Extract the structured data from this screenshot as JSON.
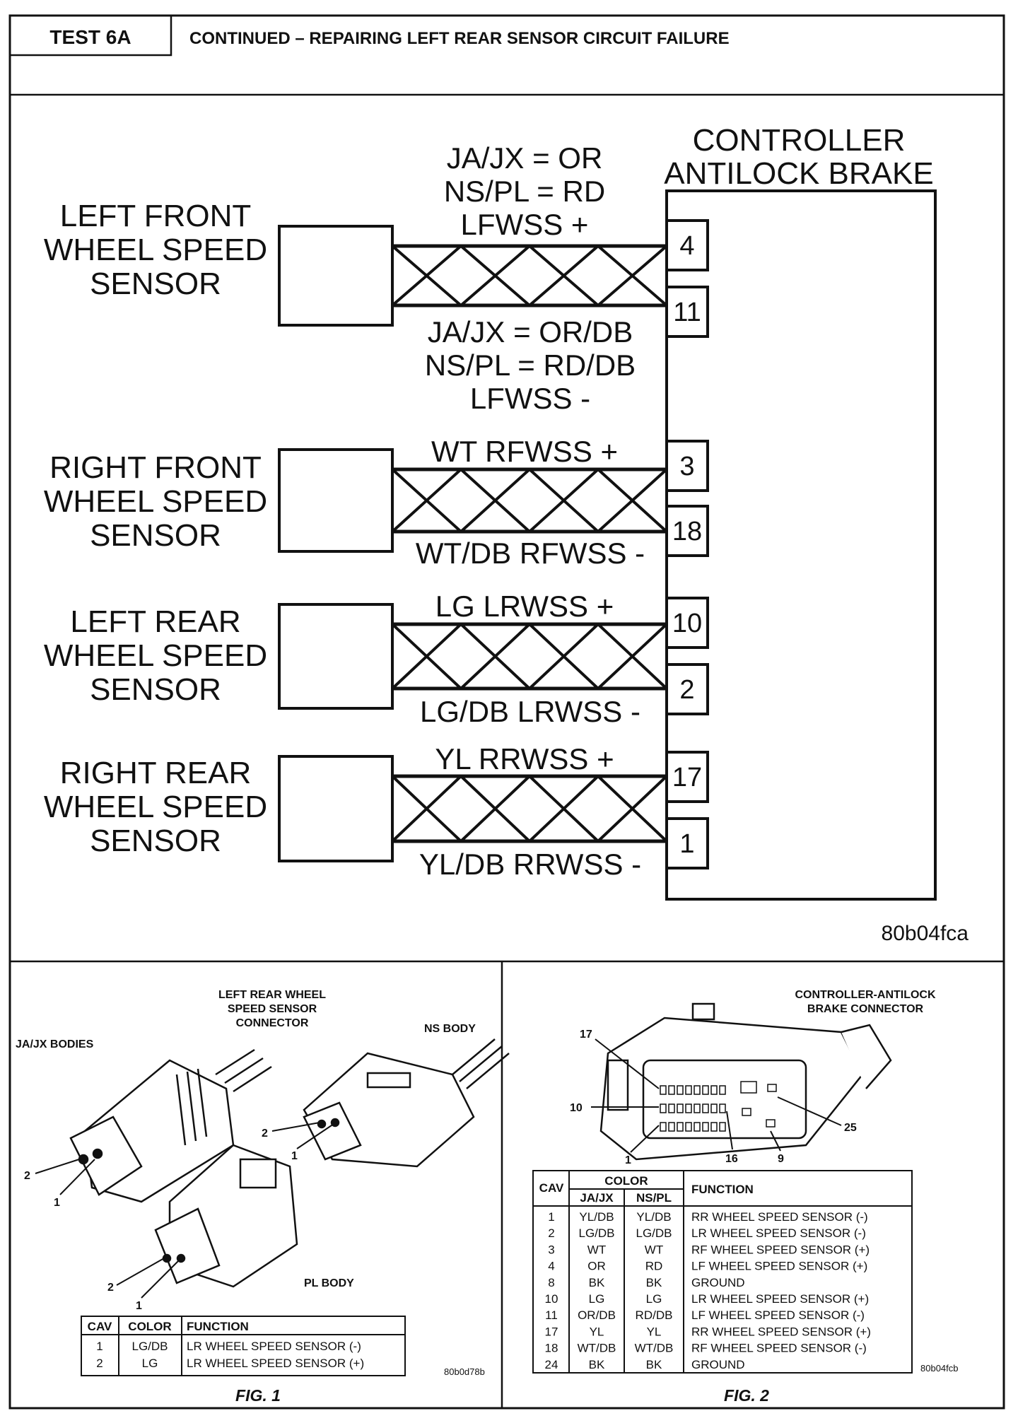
{
  "header": {
    "test_label": "TEST 6A",
    "title": "CONTINUED – REPAIRING LEFT REAR SENSOR CIRCUIT FAILURE"
  },
  "main_diagram": {
    "controller_label": [
      "CONTROLLER",
      "ANTILOCK BRAKE"
    ],
    "sensors": [
      {
        "lines": [
          "LEFT FRONT",
          "WHEEL SPEED",
          "SENSOR"
        ],
        "wire_top_label": [
          "JA/JX = OR",
          "NS/PL = RD",
          "LFWSS +"
        ],
        "wire_bottom_label": [
          "JA/JX = OR/DB",
          "NS/PL = RD/DB",
          "LFWSS -"
        ],
        "pin_top": "4",
        "pin_bottom": "11"
      },
      {
        "lines": [
          "RIGHT FRONT",
          "WHEEL SPEED",
          "SENSOR"
        ],
        "wire_top_label": [
          "WT RFWSS +"
        ],
        "wire_bottom_label": [
          "WT/DB RFWSS -"
        ],
        "pin_top": "3",
        "pin_bottom": "18"
      },
      {
        "lines": [
          "LEFT REAR",
          "WHEEL SPEED",
          "SENSOR"
        ],
        "wire_top_label": [
          "LG LRWSS +"
        ],
        "wire_bottom_label": [
          "LG/DB LRWSS -"
        ],
        "pin_top": "10",
        "pin_bottom": "2"
      },
      {
        "lines": [
          "RIGHT REAR",
          "WHEEL SPEED",
          "SENSOR"
        ],
        "wire_top_label": [
          "YL RRWSS +"
        ],
        "wire_bottom_label": [
          "YL/DB RRWSS -"
        ],
        "pin_top": "17",
        "pin_bottom": "1"
      }
    ],
    "code": "80b04fca"
  },
  "fig1": {
    "title": [
      "LEFT REAR WHEEL",
      "SPEED SENSOR",
      "CONNECTOR"
    ],
    "body_labels": {
      "jajx": "JA/JX BODIES",
      "ns": "NS BODY",
      "pl": "PL BODY"
    },
    "pin_labels": [
      "2",
      "1"
    ],
    "table": {
      "headers": [
        "CAV",
        "COLOR",
        "FUNCTION"
      ],
      "rows": [
        [
          "1",
          "LG/DB",
          "LR WHEEL SPEED SENSOR (-)"
        ],
        [
          "2",
          "LG",
          "LR WHEEL SPEED SENSOR (+)"
        ]
      ]
    },
    "code": "80b0d78b",
    "caption": "FIG. 1"
  },
  "fig2": {
    "title": [
      "CONTROLLER-ANTILOCK",
      "BRAKE CONNECTOR"
    ],
    "callouts": [
      "17",
      "10",
      "1",
      "16",
      "9",
      "25"
    ],
    "table": {
      "header_cav": "CAV",
      "header_color": "COLOR",
      "header_sub": [
        "JA/JX",
        "NS/PL"
      ],
      "header_function": "FUNCTION",
      "rows": [
        [
          "1",
          "YL/DB",
          "YL/DB",
          "RR WHEEL SPEED SENSOR (-)"
        ],
        [
          "2",
          "LG/DB",
          "LG/DB",
          "LR WHEEL SPEED SENSOR (-)"
        ],
        [
          "3",
          "WT",
          "WT",
          "RF WHEEL SPEED SENSOR (+)"
        ],
        [
          "4",
          "OR",
          "RD",
          "LF WHEEL SPEED SENSOR (+)"
        ],
        [
          "8",
          "BK",
          "BK",
          "GROUND"
        ],
        [
          "10",
          "LG",
          "LG",
          "LR WHEEL SPEED SENSOR (+)"
        ],
        [
          "11",
          "OR/DB",
          "RD/DB",
          "LF WHEEL SPEED SENSOR (-)"
        ],
        [
          "17",
          "YL",
          "YL",
          "RR WHEEL SPEED SENSOR (+)"
        ],
        [
          "18",
          "WT/DB",
          "WT/DB",
          "RF WHEEL SPEED SENSOR (-)"
        ],
        [
          "24",
          "BK",
          "BK",
          "GROUND"
        ]
      ]
    },
    "code": "80b04fcb",
    "caption": "FIG. 2"
  }
}
